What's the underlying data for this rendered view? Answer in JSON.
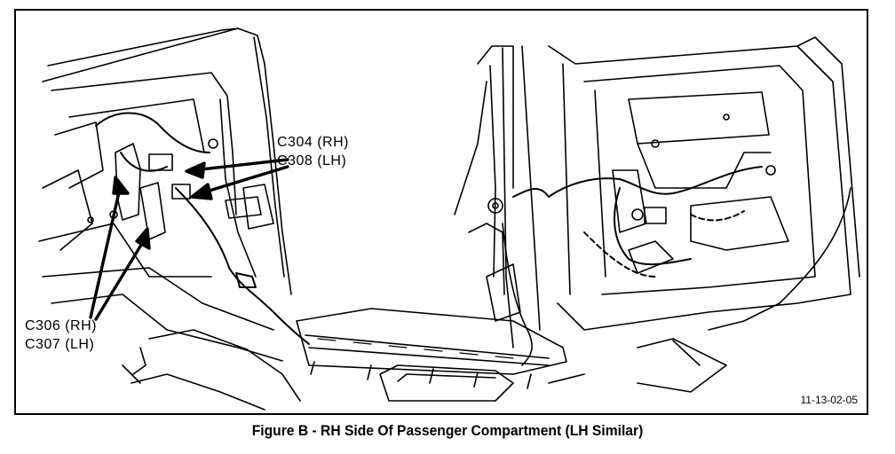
{
  "callouts": {
    "upper": {
      "line1": "C304 (RH)",
      "line2": "C308 (LH)"
    },
    "lower": {
      "line1": "C306 (RH)",
      "line2": "C307 (LH)"
    }
  },
  "figure_number": "11-13-02-05",
  "caption": "Figure B - RH Side Of Passenger Compartment (LH Similar)"
}
